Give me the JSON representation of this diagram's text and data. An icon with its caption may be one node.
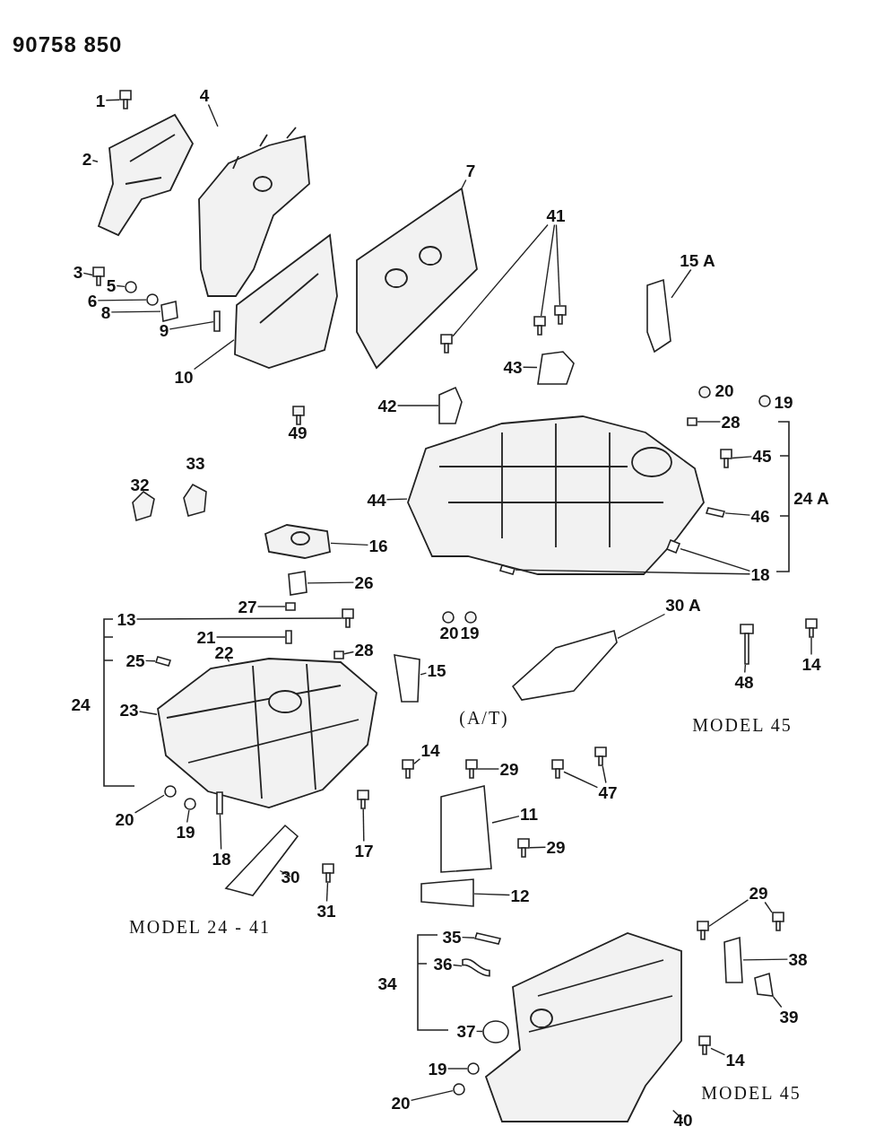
{
  "diagram": {
    "title": "90758 850",
    "nodes": [
      {
        "text": [
          "1"
        ]
      },
      {
        "text": [
          "2"
        ]
      },
      {
        "text": [
          "4"
        ]
      },
      {
        "text": [
          "3"
        ]
      },
      {
        "text": [
          "5"
        ]
      },
      {
        "text": [
          "6"
        ]
      },
      {
        "text": [
          "8"
        ]
      },
      {
        "text": [
          "9"
        ]
      },
      {
        "text": [
          "10"
        ]
      },
      {
        "text": [
          "7"
        ]
      },
      {
        "text": [
          "41"
        ]
      },
      {
        "text": [
          "15 A"
        ]
      },
      {
        "text": [
          "43"
        ]
      },
      {
        "text": [
          "20"
        ]
      },
      {
        "text": [
          "19"
        ]
      },
      {
        "text": [
          "42"
        ]
      },
      {
        "text": [
          "49"
        ]
      },
      {
        "text": [
          "28"
        ]
      },
      {
        "text": [
          "44"
        ]
      },
      {
        "text": [
          "45"
        ]
      },
      {
        "text": [
          "33"
        ]
      },
      {
        "text": [
          "32"
        ]
      },
      {
        "text": [
          "24 A"
        ]
      },
      {
        "text": [
          "46"
        ]
      },
      {
        "text": [
          "16"
        ]
      },
      {
        "text": [
          "18"
        ]
      },
      {
        "text": [
          "26"
        ]
      },
      {
        "text": [
          "27"
        ]
      },
      {
        "text": [
          "13"
        ]
      },
      {
        "text": [
          "20"
        ]
      },
      {
        "text": [
          "19"
        ]
      },
      {
        "text": [
          "21"
        ]
      },
      {
        "text": [
          "22"
        ]
      },
      {
        "text": [
          "28"
        ]
      },
      {
        "text": [
          "25"
        ]
      },
      {
        "text": [
          "14"
        ]
      },
      {
        "text": [
          "30 A"
        ]
      },
      {
        "text": [
          "15"
        ]
      },
      {
        "text": [
          "48"
        ]
      },
      {
        "text": [
          "24"
        ]
      },
      {
        "text": [
          "23"
        ]
      },
      {
        "text": [
          "14"
        ]
      },
      {
        "text": [
          "29"
        ]
      },
      {
        "text": [
          "47"
        ]
      },
      {
        "text": [
          "11"
        ]
      },
      {
        "text": [
          "20"
        ]
      },
      {
        "text": [
          "19"
        ]
      },
      {
        "text": [
          "18"
        ]
      },
      {
        "text": [
          "17"
        ]
      },
      {
        "text": [
          "29"
        ]
      },
      {
        "text": [
          "30"
        ]
      },
      {
        "text": [
          "12"
        ]
      },
      {
        "text": [
          "29"
        ]
      },
      {
        "text": [
          "31"
        ]
      },
      {
        "text": [
          "35"
        ]
      },
      {
        "text": [
          "38"
        ]
      },
      {
        "text": [
          "36"
        ]
      },
      {
        "text": [
          "34"
        ]
      },
      {
        "text": [
          "39"
        ]
      },
      {
        "text": [
          "37"
        ]
      },
      {
        "text": [
          "14"
        ]
      },
      {
        "text": [
          "19"
        ]
      },
      {
        "text": [
          "20"
        ]
      },
      {
        "text": [
          "40"
        ]
      },
      {
        "text": [],
        "shape": "box"
      },
      {
        "text": [],
        "shape": "picture"
      },
      {
        "text": [],
        "shape": "picture"
      },
      {
        "text": [],
        "shape": "box"
      },
      {
        "text": [],
        "shape": "circle"
      },
      {
        "text": [],
        "shape": "circle"
      },
      {
        "text": [],
        "shape": "box"
      },
      {
        "text": [],
        "shape": "box"
      },
      {
        "text": [],
        "shape": "picture"
      },
      {
        "text": [],
        "shape": "picture"
      },
      {
        "text": [],
        "shape": "box"
      },
      {
        "text": [],
        "shape": "box"
      },
      {
        "text": [],
        "shape": "box"
      },
      {
        "text": [],
        "shape": "box"
      },
      {
        "text": [],
        "shape": "box"
      },
      {
        "text": [],
        "shape": "box"
      },
      {
        "text": [],
        "shape": "box"
      },
      {
        "text": [],
        "shape": "picture"
      },
      {
        "text": [],
        "shape": "box"
      },
      {
        "text": [],
        "shape": "box"
      },
      {
        "text": [],
        "shape": "picture"
      },
      {
        "text": [],
        "shape": "box"
      },
      {
        "text": [],
        "shape": "box"
      },
      {
        "text": [],
        "shape": "box"
      },
      {
        "text": [],
        "shape": "box"
      },
      {
        "text": [],
        "shape": "box"
      },
      {
        "text": [],
        "shape": "box"
      },
      {
        "text": [],
        "shape": "picture"
      },
      {
        "text": [],
        "shape": "box"
      },
      {
        "text": [],
        "shape": "box"
      },
      {
        "text": [],
        "shape": "box"
      },
      {
        "text": [],
        "shape": "box"
      },
      {
        "text": [],
        "shape": "box"
      },
      {
        "text": [],
        "shape": "box"
      },
      {
        "text": [],
        "shape": "box"
      },
      {
        "text": [],
        "shape": "box"
      },
      {
        "text": [],
        "shape": "box"
      },
      {
        "text": [],
        "shape": "box"
      },
      {
        "text": [],
        "shape": "box"
      },
      {
        "text": [],
        "shape": "circle"
      },
      {
        "text": [],
        "shape": "circle"
      },
      {
        "text": [],
        "shape": "box"
      },
      {
        "text": [],
        "shape": "box"
      },
      {
        "text": [],
        "shape": "box"
      },
      {
        "text": [],
        "shape": "box"
      },
      {
        "text": [],
        "shape": "box"
      },
      {
        "text": [],
        "shape": "box"
      },
      {
        "text": [],
        "shape": "box"
      },
      {
        "text": [],
        "shape": "box"
      },
      {
        "text": [],
        "shape": "box"
      },
      {
        "text": [],
        "shape": "box"
      },
      {
        "text": [],
        "shape": "box"
      },
      {
        "text": [],
        "shape": "box"
      },
      {
        "text": [],
        "shape": "circle"
      },
      {
        "text": [],
        "shape": "box"
      },
      {
        "text": [],
        "shape": "circle"
      },
      {
        "text": [],
        "shape": "circle"
      },
      {
        "text": [],
        "shape": "picture"
      }
    ],
    "edges": [
      {
        "from": 0,
        "to": 64,
        "arrow": "none"
      },
      {
        "from": 1,
        "to": 65,
        "arrow": "none"
      },
      {
        "from": 2,
        "to": 66,
        "arrow": "none"
      },
      {
        "from": 3,
        "to": 67,
        "arrow": "none"
      },
      {
        "from": 4,
        "to": 68,
        "arrow": "none"
      },
      {
        "from": 5,
        "to": 69,
        "arrow": "none"
      },
      {
        "from": 6,
        "to": 70,
        "arrow": "none"
      },
      {
        "from": 7,
        "to": 71,
        "arrow": "none"
      },
      {
        "from": 8,
        "to": 72,
        "arrow": "none"
      },
      {
        "from": 9,
        "to": 73,
        "arrow": "none"
      },
      {
        "from": 10,
        "to": 74,
        "arrow": "none"
      },
      {
        "from": 10,
        "to": 75,
        "arrow": "none"
      },
      {
        "from": 10,
        "to": 76,
        "arrow": "none"
      },
      {
        "from": 11,
        "to": 77,
        "arrow": "none"
      },
      {
        "from": 12,
        "to": 78,
        "arrow": "none"
      },
      {
        "from": 15,
        "to": 79,
        "arrow": "none"
      },
      {
        "from": 17,
        "to": 80,
        "arrow": "none"
      },
      {
        "from": 18,
        "to": 81,
        "arrow": "none"
      },
      {
        "from": 19,
        "to": 82,
        "arrow": "none"
      },
      {
        "from": 23,
        "to": 83,
        "arrow": "none"
      },
      {
        "from": 24,
        "to": 84,
        "arrow": "none"
      },
      {
        "from": 25,
        "to": 85,
        "arrow": "none"
      },
      {
        "from": 25,
        "to": 86,
        "arrow": "none"
      },
      {
        "from": 26,
        "to": 87,
        "arrow": "none"
      },
      {
        "from": 27,
        "to": 88,
        "arrow": "none"
      },
      {
        "from": 28,
        "to": 89,
        "arrow": "none"
      },
      {
        "from": 31,
        "to": 90,
        "arrow": "none"
      },
      {
        "from": 32,
        "to": 91,
        "arrow": "none"
      },
      {
        "from": 33,
        "to": 92,
        "arrow": "none"
      },
      {
        "from": 34,
        "to": 93,
        "arrow": "none"
      },
      {
        "from": 35,
        "to": 94,
        "arrow": "none"
      },
      {
        "from": 36,
        "to": 95,
        "arrow": "none"
      },
      {
        "from": 37,
        "to": 96,
        "arrow": "none"
      },
      {
        "from": 38,
        "to": 97,
        "arrow": "none"
      },
      {
        "from": 40,
        "to": 91,
        "arrow": "none"
      },
      {
        "from": 41,
        "to": 98,
        "arrow": "none"
      },
      {
        "from": 42,
        "to": 99,
        "arrow": "none"
      },
      {
        "from": 43,
        "to": 100,
        "arrow": "none"
      },
      {
        "from": 43,
        "to": 101,
        "arrow": "none"
      },
      {
        "from": 44,
        "to": 102,
        "arrow": "none"
      },
      {
        "from": 45,
        "to": 103,
        "arrow": "none"
      },
      {
        "from": 46,
        "to": 104,
        "arrow": "none"
      },
      {
        "from": 47,
        "to": 105,
        "arrow": "none"
      },
      {
        "from": 48,
        "to": 106,
        "arrow": "none"
      },
      {
        "from": 49,
        "to": 107,
        "arrow": "none"
      },
      {
        "from": 50,
        "to": 108,
        "arrow": "none"
      },
      {
        "from": 51,
        "to": 109,
        "arrow": "none"
      },
      {
        "from": 52,
        "to": 110,
        "arrow": "none"
      },
      {
        "from": 52,
        "to": 111,
        "arrow": "none"
      },
      {
        "from": 53,
        "to": 112,
        "arrow": "none"
      },
      {
        "from": 54,
        "to": 113,
        "arrow": "none"
      },
      {
        "from": 55,
        "to": 114,
        "arrow": "none"
      },
      {
        "from": 56,
        "to": 115,
        "arrow": "none"
      },
      {
        "from": 58,
        "to": 116,
        "arrow": "none"
      },
      {
        "from": 59,
        "to": 117,
        "arrow": "none"
      },
      {
        "from": 60,
        "to": 118,
        "arrow": "none"
      },
      {
        "from": 61,
        "to": 119,
        "arrow": "none"
      },
      {
        "from": 62,
        "to": 120,
        "arrow": "none"
      },
      {
        "from": 63,
        "to": 121,
        "arrow": "none"
      }
    ],
    "labels": [
      "MODEL 45",
      "(A/T)",
      "MODEL 24 - 41",
      "MODEL 45"
    ]
  }
}
